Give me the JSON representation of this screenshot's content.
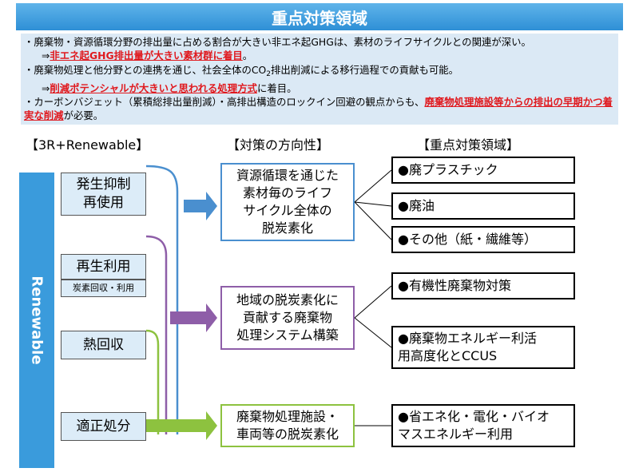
{
  "title": "重点対策領域",
  "summary": {
    "line1": "・廃棄物・資源循環分野の排出量に占める割合が大きい非エネ起GHGは、素材のライフサイクルとの関連が深い。",
    "line2_prefix": "⇒",
    "line2_red": "非エネ起GHG排出量が大きい素材群に着目",
    "line2_suffix": "。",
    "line3_a": "・廃棄物処理と他分野との連携を通じ、社会全体のCO",
    "line3_sub": "2",
    "line3_b": "排出削減による移行過程での貢献も可能。",
    "line4_prefix": "⇒",
    "line4_red": "削減ポテンシャルが大きいと思われる処理方式",
    "line4_suffix": "に着目。",
    "line5_a": "・カーボンバジェット（累積総排出量削減）・高排出構造のロックイン回避の観点からも、",
    "line5_red": "廃棄物処理施設等からの排出の早期かつ着実な削減",
    "line5_b": "が必要。"
  },
  "headers": {
    "col1": "【3R+Renewable】",
    "col2": "【対策の方向性】",
    "col3": "【重点対策領域】"
  },
  "renewable_label": "Renewable",
  "sources": {
    "s1": "発生抑制\n再使用",
    "s2": "再生利用",
    "s2_sub": "炭素回収・利用",
    "s3": "熱回収",
    "s4": "適正処分"
  },
  "directions": {
    "d1": "資源循環を通じた\n素材毎のライフ\nサイクル全体の\n脱炭素化",
    "d2": "地域の脱炭素化に\n貢献する廃棄物\n処理システム構築",
    "d3": "廃棄物処理施設・\n車両等の脱炭素化"
  },
  "results": {
    "r1": "●廃プラスチック",
    "r2": "●廃油",
    "r3": "●その他（紙・繊維等）",
    "r4": "●有機性廃棄物対策",
    "r5": "●廃棄物エネルギー利活\n用高度化とCCUS",
    "r6": "●省エネ化・電化・バイオ\nマスエネルギー利用"
  },
  "colors": {
    "blue": "#4a8fcf",
    "purple": "#8e5ea8",
    "green": "#8dc23f",
    "accent_red": "#e0191e",
    "title_bar": "#3a9bdc"
  }
}
